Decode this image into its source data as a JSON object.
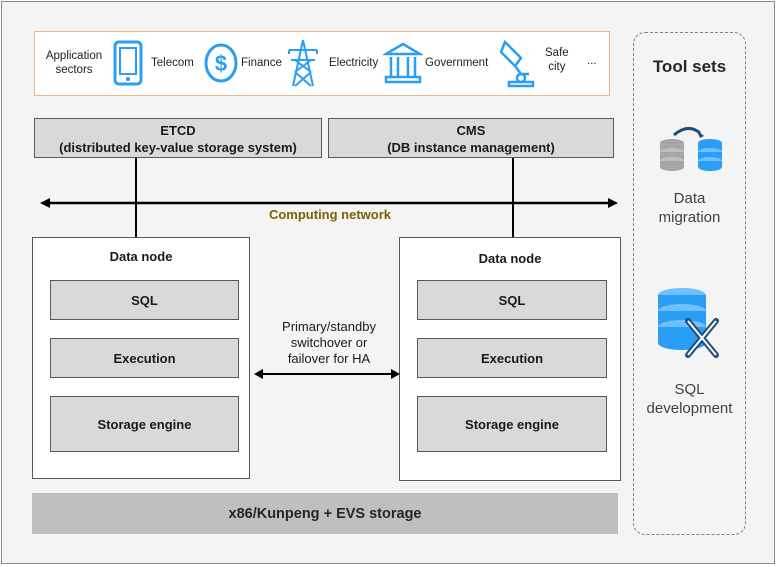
{
  "sectors": {
    "label": [
      "Application",
      "sectors"
    ],
    "items": [
      {
        "label": "Telecom",
        "icon": "tablet-icon"
      },
      {
        "label": "Finance",
        "icon": "dollar-icon"
      },
      {
        "label": "Electricity",
        "icon": "power-tower-icon"
      },
      {
        "label": "Government",
        "icon": "government-building-icon"
      },
      {
        "label_lines": [
          "Safe",
          "city"
        ],
        "icon": "camera-icon"
      }
    ],
    "more": "...",
    "icon_color": "#2a9df4"
  },
  "etcd": {
    "title": "ETCD",
    "subtitle": "(distributed key-value storage system)"
  },
  "cms": {
    "title": "CMS",
    "subtitle": "(DB instance management)"
  },
  "network": {
    "label": "Computing network",
    "label_color": "#7f6000"
  },
  "nodes": [
    {
      "title": "Data node",
      "layers": [
        "SQL",
        "Execution",
        "Storage engine"
      ]
    },
    {
      "title": "Data node",
      "layers": [
        "SQL",
        "Execution",
        "Storage engine"
      ]
    }
  ],
  "ha": {
    "lines": [
      "Primary/standby",
      "switchover or",
      "failover for HA"
    ]
  },
  "base": {
    "label": "x86/Kunpeng + EVS storage"
  },
  "tools": {
    "title": "Tool sets",
    "items": [
      {
        "lines": [
          "Data",
          "migration"
        ],
        "icon": "data-migration-icon"
      },
      {
        "lines": [
          "SQL",
          "development"
        ],
        "icon": "sql-development-icon"
      }
    ]
  }
}
